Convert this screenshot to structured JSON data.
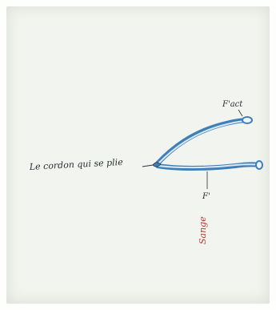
{
  "labels": {
    "left_annotation": "Le cordon qui se plie",
    "top_right": "F'act",
    "bottom_letter": "F'",
    "bottom_word": "Sange"
  },
  "colors": {
    "paper": "#f2f4ef",
    "ink_blue": "#3f7fb8",
    "ink_blue_light": "#9ec3e0",
    "ink_dark": "#2b2f38",
    "ink_red": "#b3342c"
  }
}
